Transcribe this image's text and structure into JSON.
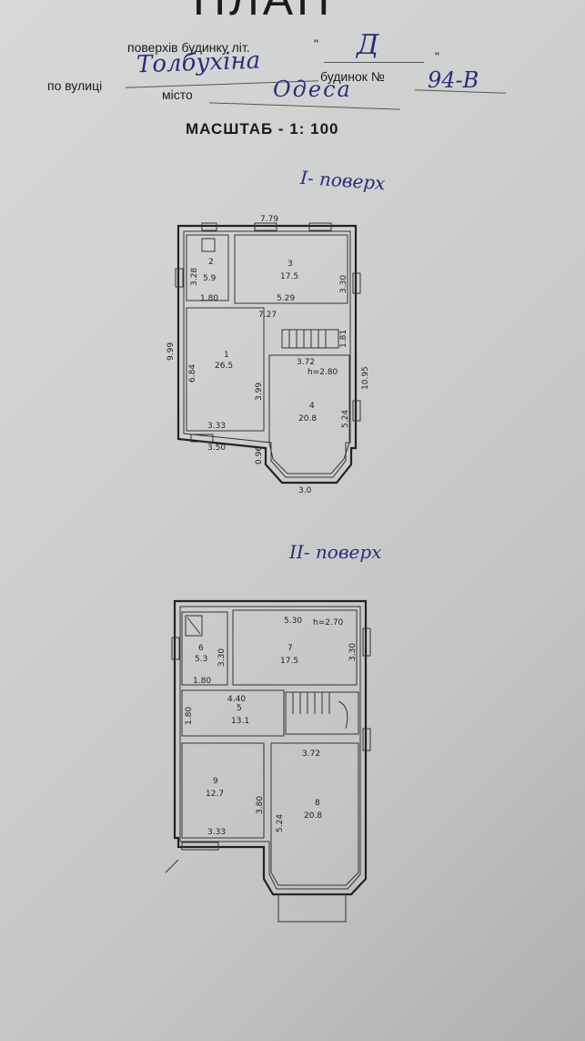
{
  "header": {
    "title": "ПЛАН",
    "floors_label": "поверхів будинку літ.",
    "quote_open": "\"",
    "quote_close": "\"",
    "letter": "Д",
    "street_label": "по вулиці",
    "street": "Толбухіна",
    "house_label": "будинок №",
    "house_number": "94-В",
    "city_label": "місто",
    "city": "Одеса",
    "scale": "МАСШТАБ - 1: 100"
  },
  "floor1": {
    "title": "I- поверх",
    "rooms": [
      {
        "num": "2",
        "area": "5.9"
      },
      {
        "num": "3",
        "area": "17.5"
      },
      {
        "num": "1",
        "area": "26.5"
      },
      {
        "num": "4",
        "area": "20.8"
      }
    ],
    "dims": {
      "top": "7.79",
      "r2_h": "3.28",
      "r3_h": "3.30",
      "r2_w": "1.80",
      "r3_w": "5.29",
      "hall_w": "7.27",
      "left_h": "9.99",
      "r1_h": "6.84",
      "stair_h": "1.81",
      "r4_w": "3.72",
      "ceiling": "h=2.80",
      "right_h": "10.95",
      "r1_inner": "3.99",
      "r4_h": "5.24",
      "r1_w": "3.33",
      "bottom_w": "3.50",
      "bay_side": "0.96",
      "bay_w": "3.0"
    }
  },
  "floor2": {
    "title": "II- поверх",
    "rooms": [
      {
        "num": "6",
        "area": "5.3"
      },
      {
        "num": "7",
        "area": "17.5"
      },
      {
        "num": "5",
        "area": "13.1"
      },
      {
        "num": "9",
        "area": "12.7"
      },
      {
        "num": "8",
        "area": "20.8"
      }
    ],
    "dims": {
      "r7_w": "5.30",
      "ceiling": "h=2.70",
      "r6_h": "3.30",
      "r7_h": "3.30",
      "r6_w": "1.80",
      "hall_w": "4.40",
      "hall_h": "1.80",
      "r8_w": "3.72",
      "r9_h": "3.80",
      "r8_h": "5.24",
      "r9_w": "3.33"
    }
  },
  "colors": {
    "handwriting": "#2a2c7a",
    "paper": "#d3d5d4",
    "ink": "#1a1a1a"
  }
}
